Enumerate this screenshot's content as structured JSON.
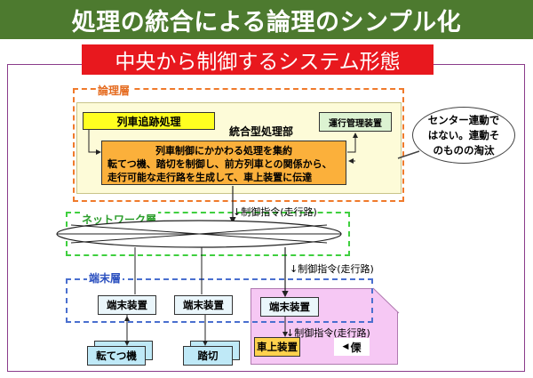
{
  "title": "処理の統合による論理のシンプル化",
  "subtitle": "中央から制御するシステム形態",
  "layers": {
    "logic": "論理層",
    "network": "ネットワーク層",
    "terminal": "端末層"
  },
  "logic": {
    "tracking": "列車追跡処理",
    "unified": "統合型処理部",
    "operation_mgmt": "運行管理装置",
    "core_lines": [
      "列車制御にかかわる処理を集約",
      "転てつ機、踏切を制御し、前方列車との関係から、",
      "走行可能な走行路を生成して、車上装置に伝達"
    ]
  },
  "callout_lines": [
    "センター連動で",
    "はない。連動そ",
    "のものの淘汰"
  ],
  "commands": {
    "c1": "↓制御指令(走行路)",
    "c2": "↓制御指令(走行路)",
    "c3": "↓制御指令(走行路)"
  },
  "terminals": {
    "t1": "端末装置",
    "t2": "端末装置",
    "t3": "端末装置"
  },
  "field": {
    "switch": "転てつ機",
    "crossing": "踏切",
    "onboard": "車上装置",
    "speaker_text": "傈"
  },
  "colors": {
    "title_bg": "#4d7a2f",
    "subtitle_bg": "#e8181e",
    "logic_border": "#f07a2b",
    "network_border": "#3fcf3f",
    "terminal_border": "#4a6fcf",
    "core_box": "#fbb03b",
    "pink_region": "#f6c8f4"
  }
}
